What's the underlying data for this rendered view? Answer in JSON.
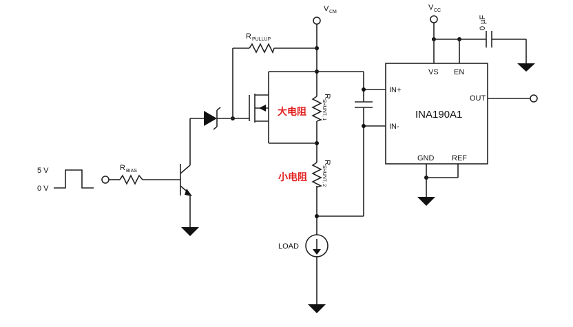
{
  "labels": {
    "vcm": "V",
    "vcm_sub": "CM",
    "vcc": "V",
    "vcc_sub": "CC",
    "cap": "0 µF",
    "rpullup": "R",
    "rpullup_sub": "PULLUP",
    "rbias": "R",
    "rbias_sub": "BIAS",
    "rshunt1": "R",
    "rshunt1_sub": "SHUNT, 1",
    "rshunt2": "R",
    "rshunt2_sub": "SHUNT, 2",
    "big_resistor": "大电阻",
    "small_resistor": "小电阻",
    "load": "LOAD",
    "v5": "5 V",
    "v0": "0 V"
  },
  "ic": {
    "name": "INA190A1",
    "pins": {
      "vs": "VS",
      "en": "EN",
      "in_plus": "IN+",
      "in_minus": "IN-",
      "out": "OUT",
      "gnd": "GND",
      "ref": "REF"
    }
  },
  "colors": {
    "wire": "#222222",
    "highlight": "#e22020"
  }
}
